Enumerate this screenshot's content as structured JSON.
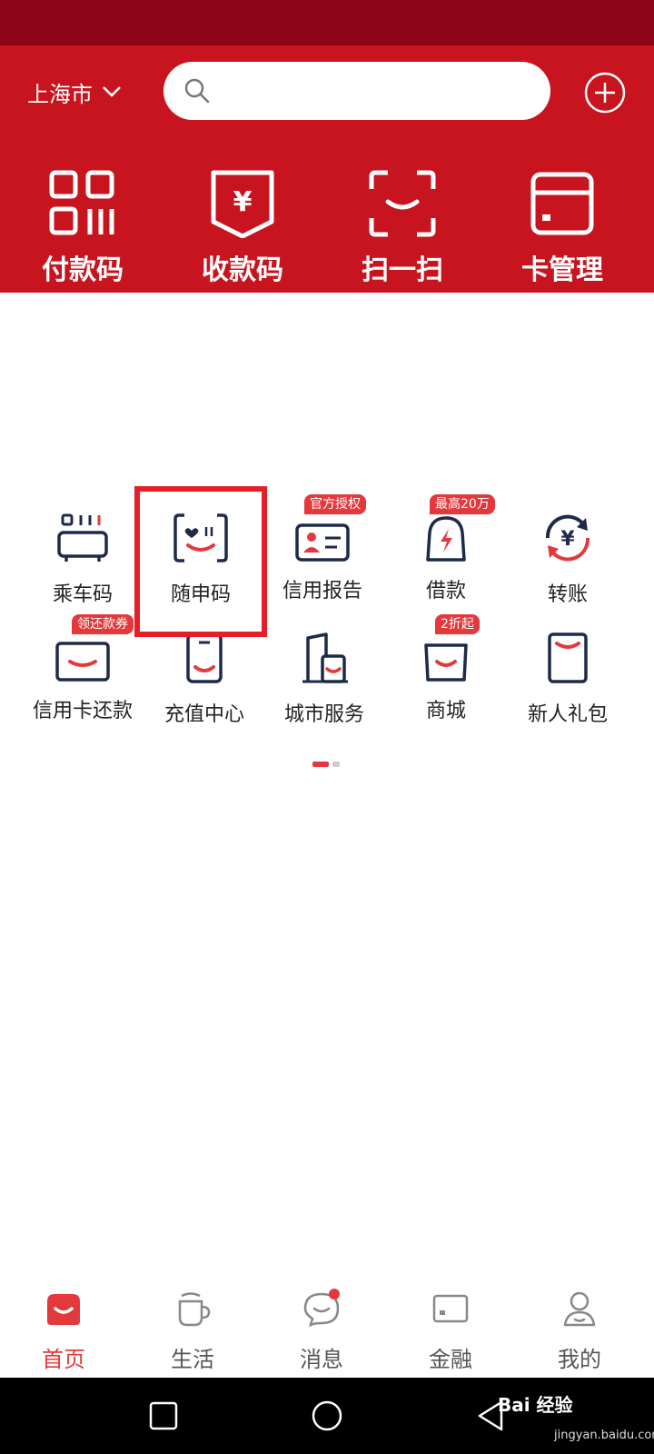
{
  "header": {
    "city": "上海市",
    "search_placeholder": "",
    "quick_actions": [
      {
        "label": "付款码",
        "icon": "payment-code-icon"
      },
      {
        "label": "收款码",
        "icon": "receive-code-icon"
      },
      {
        "label": "扫一扫",
        "icon": "scan-icon"
      },
      {
        "label": "卡管理",
        "icon": "card-manage-icon"
      }
    ]
  },
  "grid": [
    {
      "label": "乘车码",
      "icon": "transit-code-icon"
    },
    {
      "label": "随申码",
      "icon": "suishen-code-icon"
    },
    {
      "label": "信用报告",
      "icon": "credit-report-icon",
      "tag": "官方授权"
    },
    {
      "label": "借款",
      "icon": "loan-icon",
      "tag": "最高20万"
    },
    {
      "label": "转账",
      "icon": "transfer-icon"
    },
    {
      "label": "信用卡还款",
      "icon": "credit-card-repay-icon",
      "tag": "领还款券"
    },
    {
      "label": "充值中心",
      "icon": "recharge-icon"
    },
    {
      "label": "城市服务",
      "icon": "city-service-icon"
    },
    {
      "label": "商城",
      "icon": "mall-icon",
      "tag": "2折起"
    },
    {
      "label": "新人礼包",
      "icon": "gift-pack-icon"
    }
  ],
  "tabs": [
    {
      "label": "首页",
      "icon": "home-icon",
      "active": true
    },
    {
      "label": "生活",
      "icon": "life-icon"
    },
    {
      "label": "消息",
      "icon": "message-icon",
      "badge": true
    },
    {
      "label": "金融",
      "icon": "finance-icon"
    },
    {
      "label": "我的",
      "icon": "profile-icon"
    }
  ],
  "watermark": {
    "brand": "Bai 经验",
    "url": "jingyan.baidu.com"
  },
  "colors": {
    "brand_red": "#c8141e",
    "status_bar": "#8c0516",
    "accent": "#e4393c",
    "icon_navy": "#1e2a4a"
  }
}
